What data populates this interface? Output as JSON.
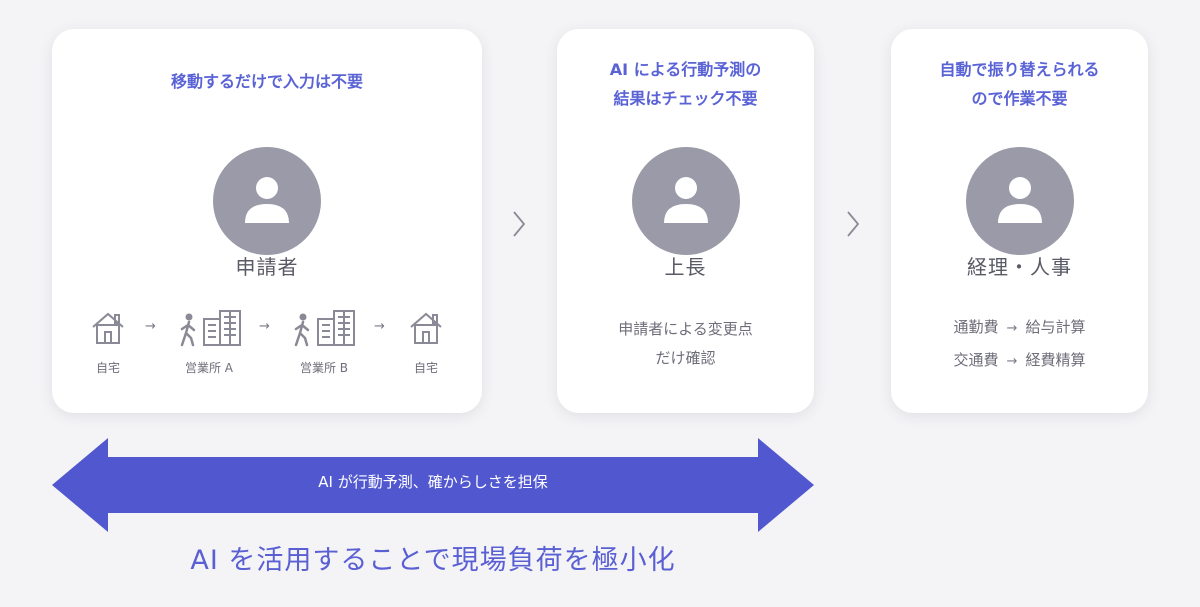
{
  "cards": [
    {
      "title": "移動するだけで入力は不要",
      "role": "申請者",
      "route": {
        "labels": [
          "自宅",
          "営業所 A",
          "営業所 B",
          "自宅"
        ],
        "arrow": "→"
      }
    },
    {
      "title": "AI による行動予測の\n結果はチェック不要",
      "role": "上長",
      "description": "申請者による変更点\nだけ確認"
    },
    {
      "title": "自動で振り替えられる\nので作業不要",
      "role": "経理・人事",
      "flows": [
        {
          "from": "通勤費",
          "arrow": "→",
          "to": "給与計算"
        },
        {
          "from": "交通費",
          "arrow": "→",
          "to": "経費精算"
        }
      ]
    }
  ],
  "arrow_banner": "AI が行動予測、確からしさを担保",
  "conclusion": "AI を活用することで現場負荷を極小化",
  "colors": {
    "accent": "#5a63d6",
    "arrow_fill": "#5158cf",
    "avatar": "#9a9aa8",
    "background": "#f4f4f6"
  },
  "icons": [
    "user-avatar-icon",
    "house-icon",
    "walking-person-icon",
    "office-building-icon",
    "chevron-right-icon"
  ]
}
